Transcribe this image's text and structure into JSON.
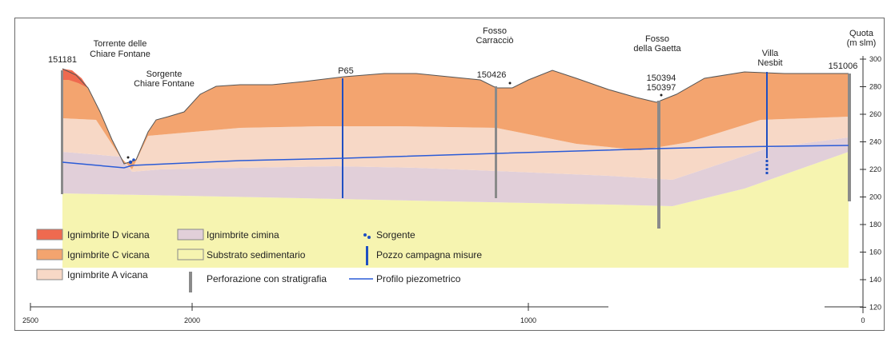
{
  "colors": {
    "ign_d": "#ef6a4f",
    "ign_c": "#f3a46f",
    "ign_a": "#f7d8c6",
    "ign_cimina": "#e1cfd9",
    "substrato": "#f6f4b0",
    "profilo": "#2a5bd7",
    "pozzo": "#1f4fc2",
    "perforazione": "#8a8a8a"
  },
  "labels": {
    "torrente": [
      "Torrente delle",
      "Chiare Fontane"
    ],
    "sorgente": [
      "Sorgente",
      "Chiare Fontane"
    ],
    "fosso_carraccio": [
      "Fosso",
      "Carracciò"
    ],
    "fosso_gaetta": [
      "Fosso",
      "della Gaetta"
    ],
    "villa": [
      "Villa",
      "Nesbit"
    ],
    "quota": [
      "Quota",
      "(m slm)"
    ],
    "pz_151181": "151181",
    "pz_p65": "P65",
    "pz_150426": "150426",
    "pz_150394": "150394",
    "pz_150397": "150397",
    "pz_151006": "151006"
  },
  "quota_ticks": [
    "300",
    "280",
    "260",
    "240",
    "220",
    "200",
    "180",
    "160",
    "140",
    "120"
  ],
  "distance_ticks": [
    "2500",
    "2000",
    "1000",
    "0"
  ],
  "legend": {
    "ign_d": "Ignimbrite D vicana",
    "ign_c": "Ignimbrite C vicana",
    "ign_a": "Ignimbrite A vicana",
    "ign_cimina": "Ignimbrite cimina",
    "substrato": "Substrato sedimentario",
    "sorgente": "Sorgente",
    "pozzo": "Pozzo campagna misure",
    "perforazione": "Perforazione con stratigrafia",
    "profilo": "Profilo piezometrico"
  }
}
